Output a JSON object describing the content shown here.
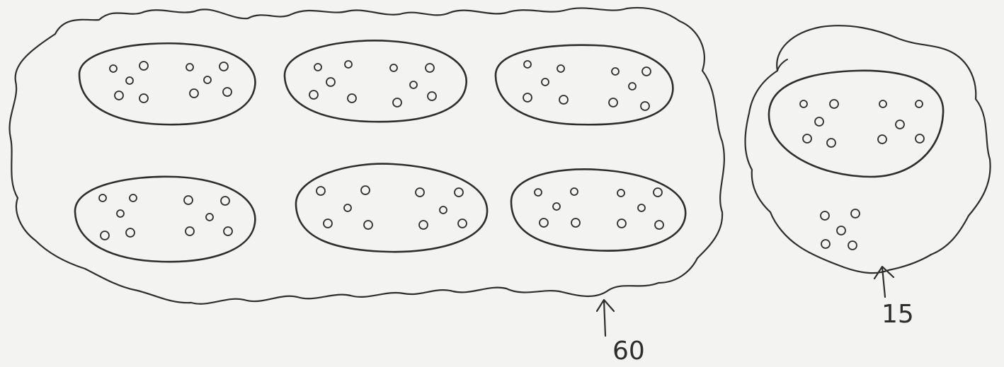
{
  "group_large": {
    "label": "60",
    "sets_of_ten": 6
  },
  "group_small": {
    "label": "15",
    "sets_of_ten": 1,
    "loose_dots": 5
  },
  "ink_color": "#2e2e2e",
  "paper_color": "#f3f3f1"
}
